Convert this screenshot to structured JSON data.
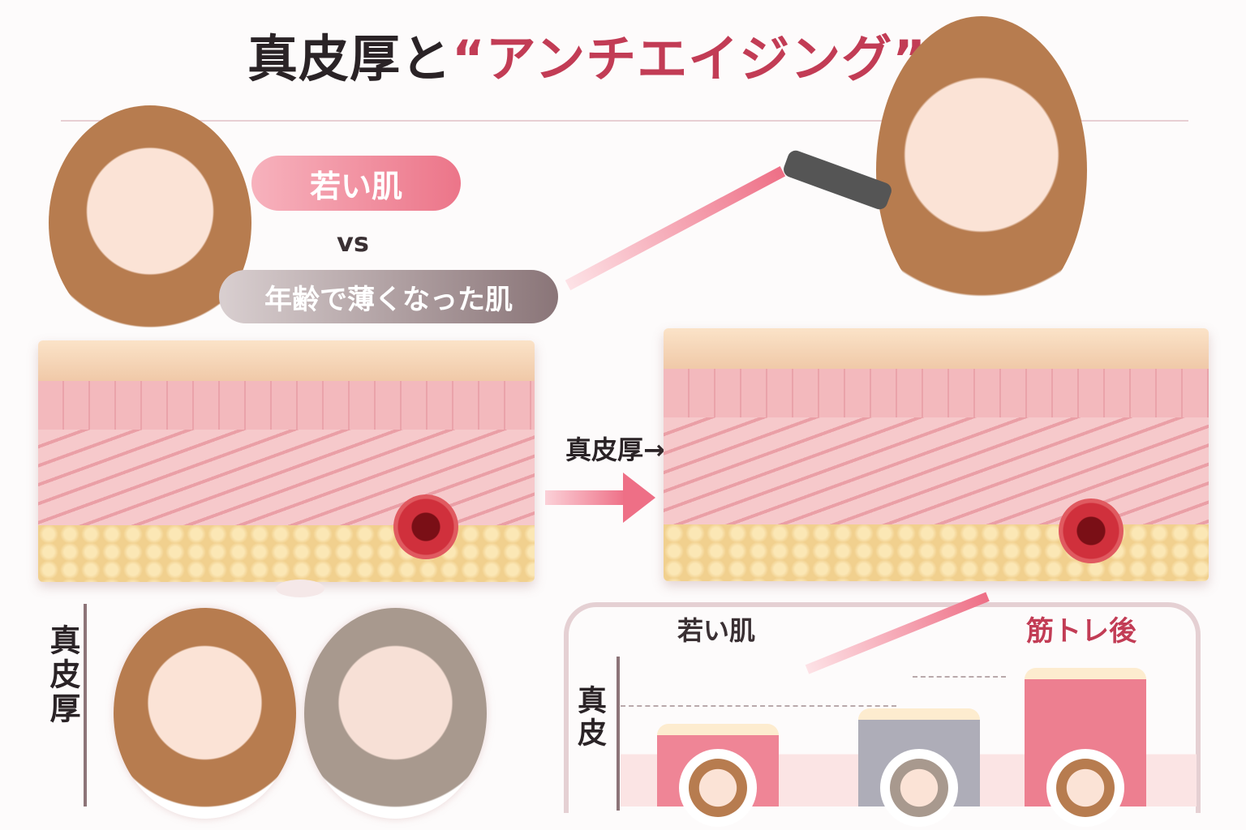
{
  "title": {
    "main": "真皮厚と",
    "accent": "“アンチエイジング”"
  },
  "compare": {
    "young_label": "若い肌",
    "vs": "vs",
    "aged_label": "年齢で薄くなった肌"
  },
  "dermis_pointer": "真皮厚→",
  "axis_left": "真皮厚",
  "colors": {
    "accent": "#c23c55",
    "young": "#ef8596",
    "aged": "#aeadb8",
    "trained": "#ed7f90"
  },
  "chart_data": {
    "type": "bar",
    "title": "",
    "ylabel": "真皮",
    "annotations": [
      "若い肌",
      "筋トレ後"
    ],
    "categories": [
      "young",
      "aged",
      "after-training"
    ],
    "values": [
      110,
      130,
      183
    ],
    "ylim": [
      0,
      220
    ]
  }
}
